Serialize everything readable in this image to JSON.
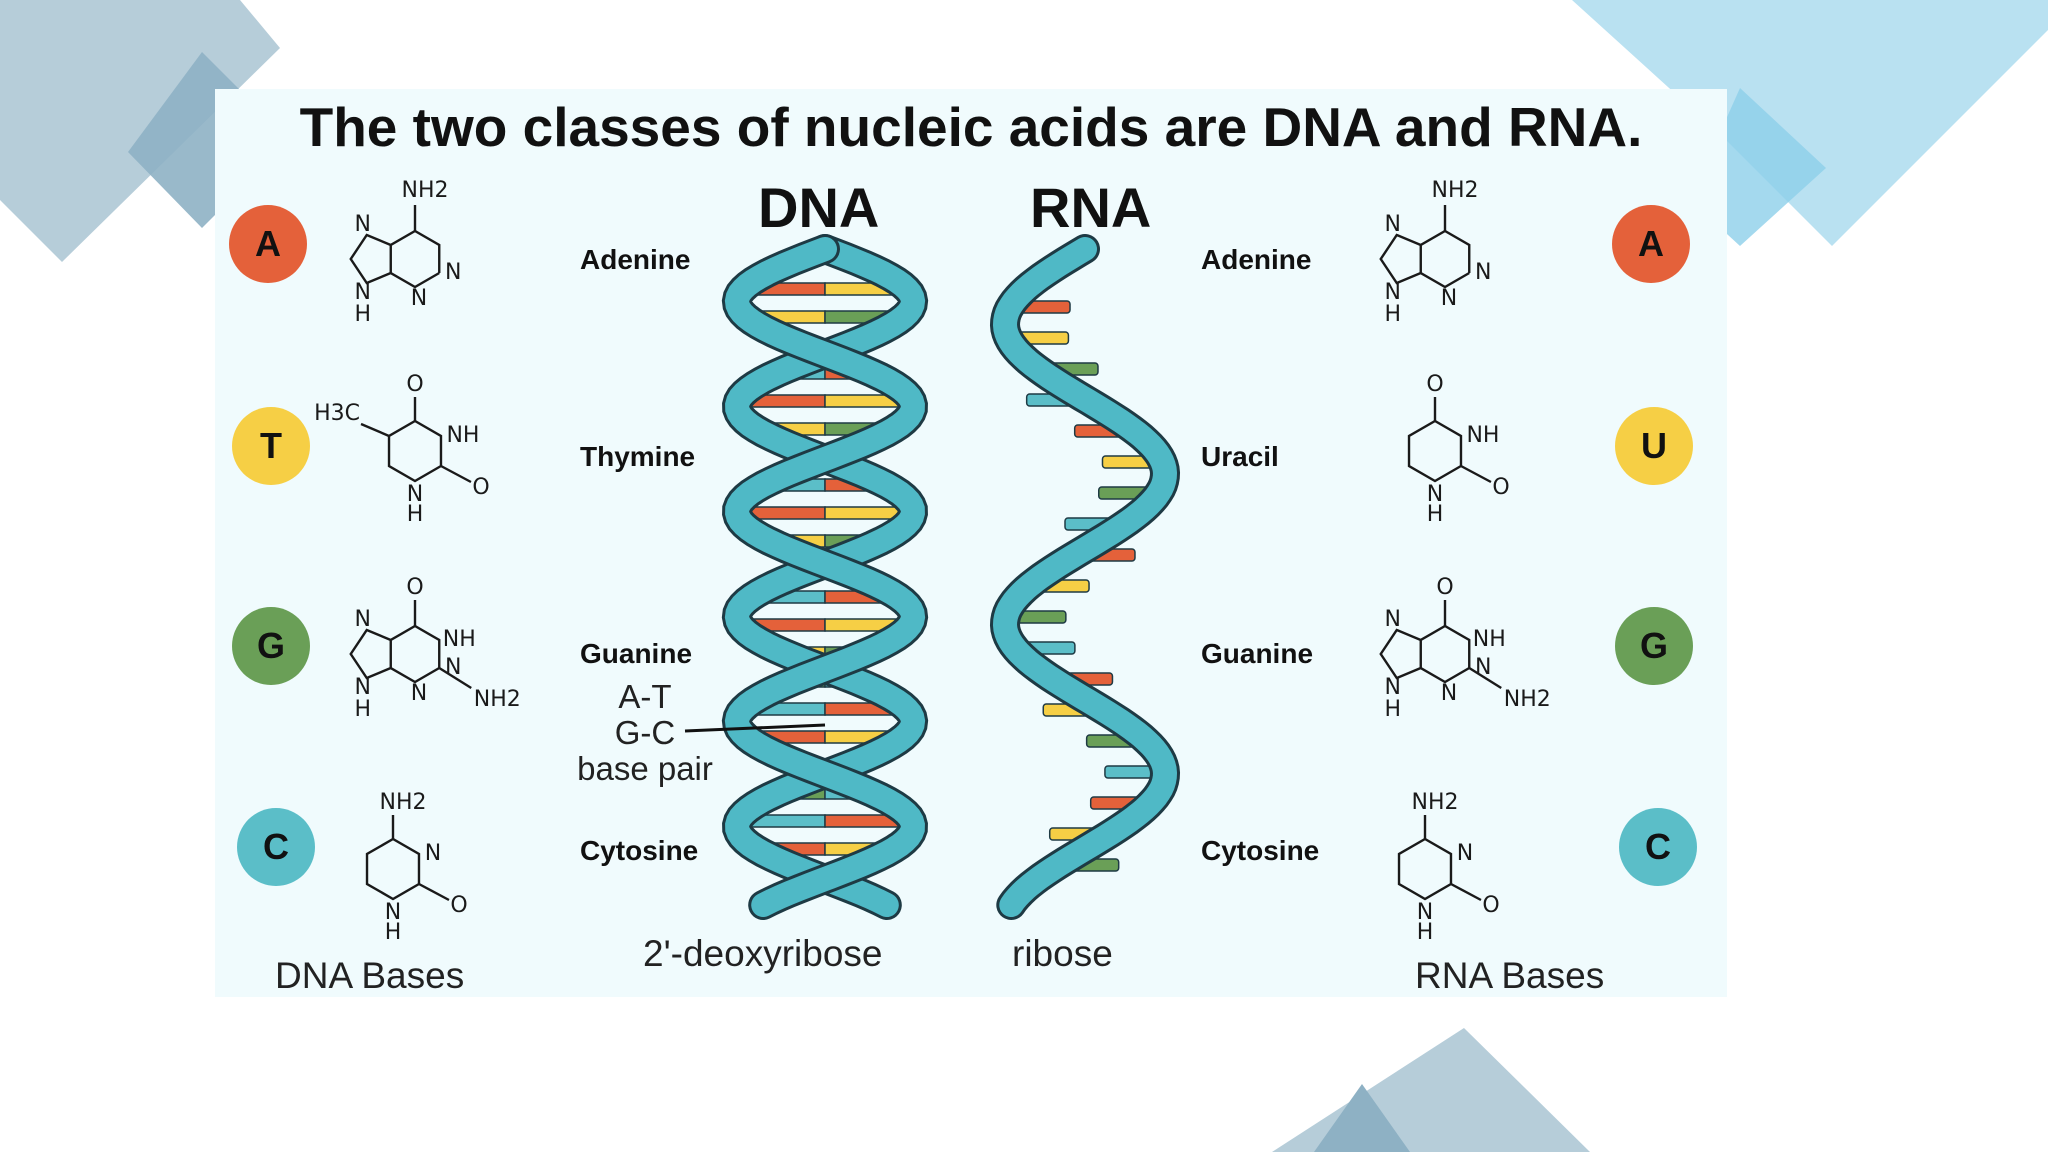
{
  "title": "The two classes of nucleic acids are DNA and RNA.",
  "dna": {
    "heading": "DNA",
    "sugar": "2'-deoxyribose",
    "bases_caption": "DNA Bases",
    "bases": [
      {
        "letter": "A",
        "name": "Adenine",
        "color": "#e4613a"
      },
      {
        "letter": "T",
        "name": "Thymine",
        "color": "#f6cf45"
      },
      {
        "letter": "G",
        "name": "Guanine",
        "color": "#6a9f57"
      },
      {
        "letter": "C",
        "name": "Cytosine",
        "color": "#5bbec8"
      }
    ]
  },
  "rna": {
    "heading": "RNA",
    "sugar": "ribose",
    "bases_caption": "RNA Bases",
    "bases": [
      {
        "letter": "A",
        "name": "Adenine",
        "color": "#e4613a"
      },
      {
        "letter": "U",
        "name": "Uracil",
        "color": "#f6cf45"
      },
      {
        "letter": "G",
        "name": "Guanine",
        "color": "#6a9f57"
      },
      {
        "letter": "C",
        "name": "Cytosine",
        "color": "#5bbec8"
      }
    ]
  },
  "base_pair_note": {
    "line1": "A-T",
    "line2": "G-C",
    "line3": "base pair"
  },
  "atoms": {
    "n": "N",
    "h": "H",
    "o": "O",
    "nh": "NH",
    "nh2": "NH2",
    "h3c": "H3C"
  },
  "colors": {
    "panel": "#f0fbfd",
    "backbone": "#4fb9c6",
    "backbone_edge": "#1e3a44",
    "rung_red": "#e4613a",
    "rung_yellow": "#f6cf45",
    "rung_green": "#6a9f57",
    "rung_blue": "#5bbec8"
  }
}
